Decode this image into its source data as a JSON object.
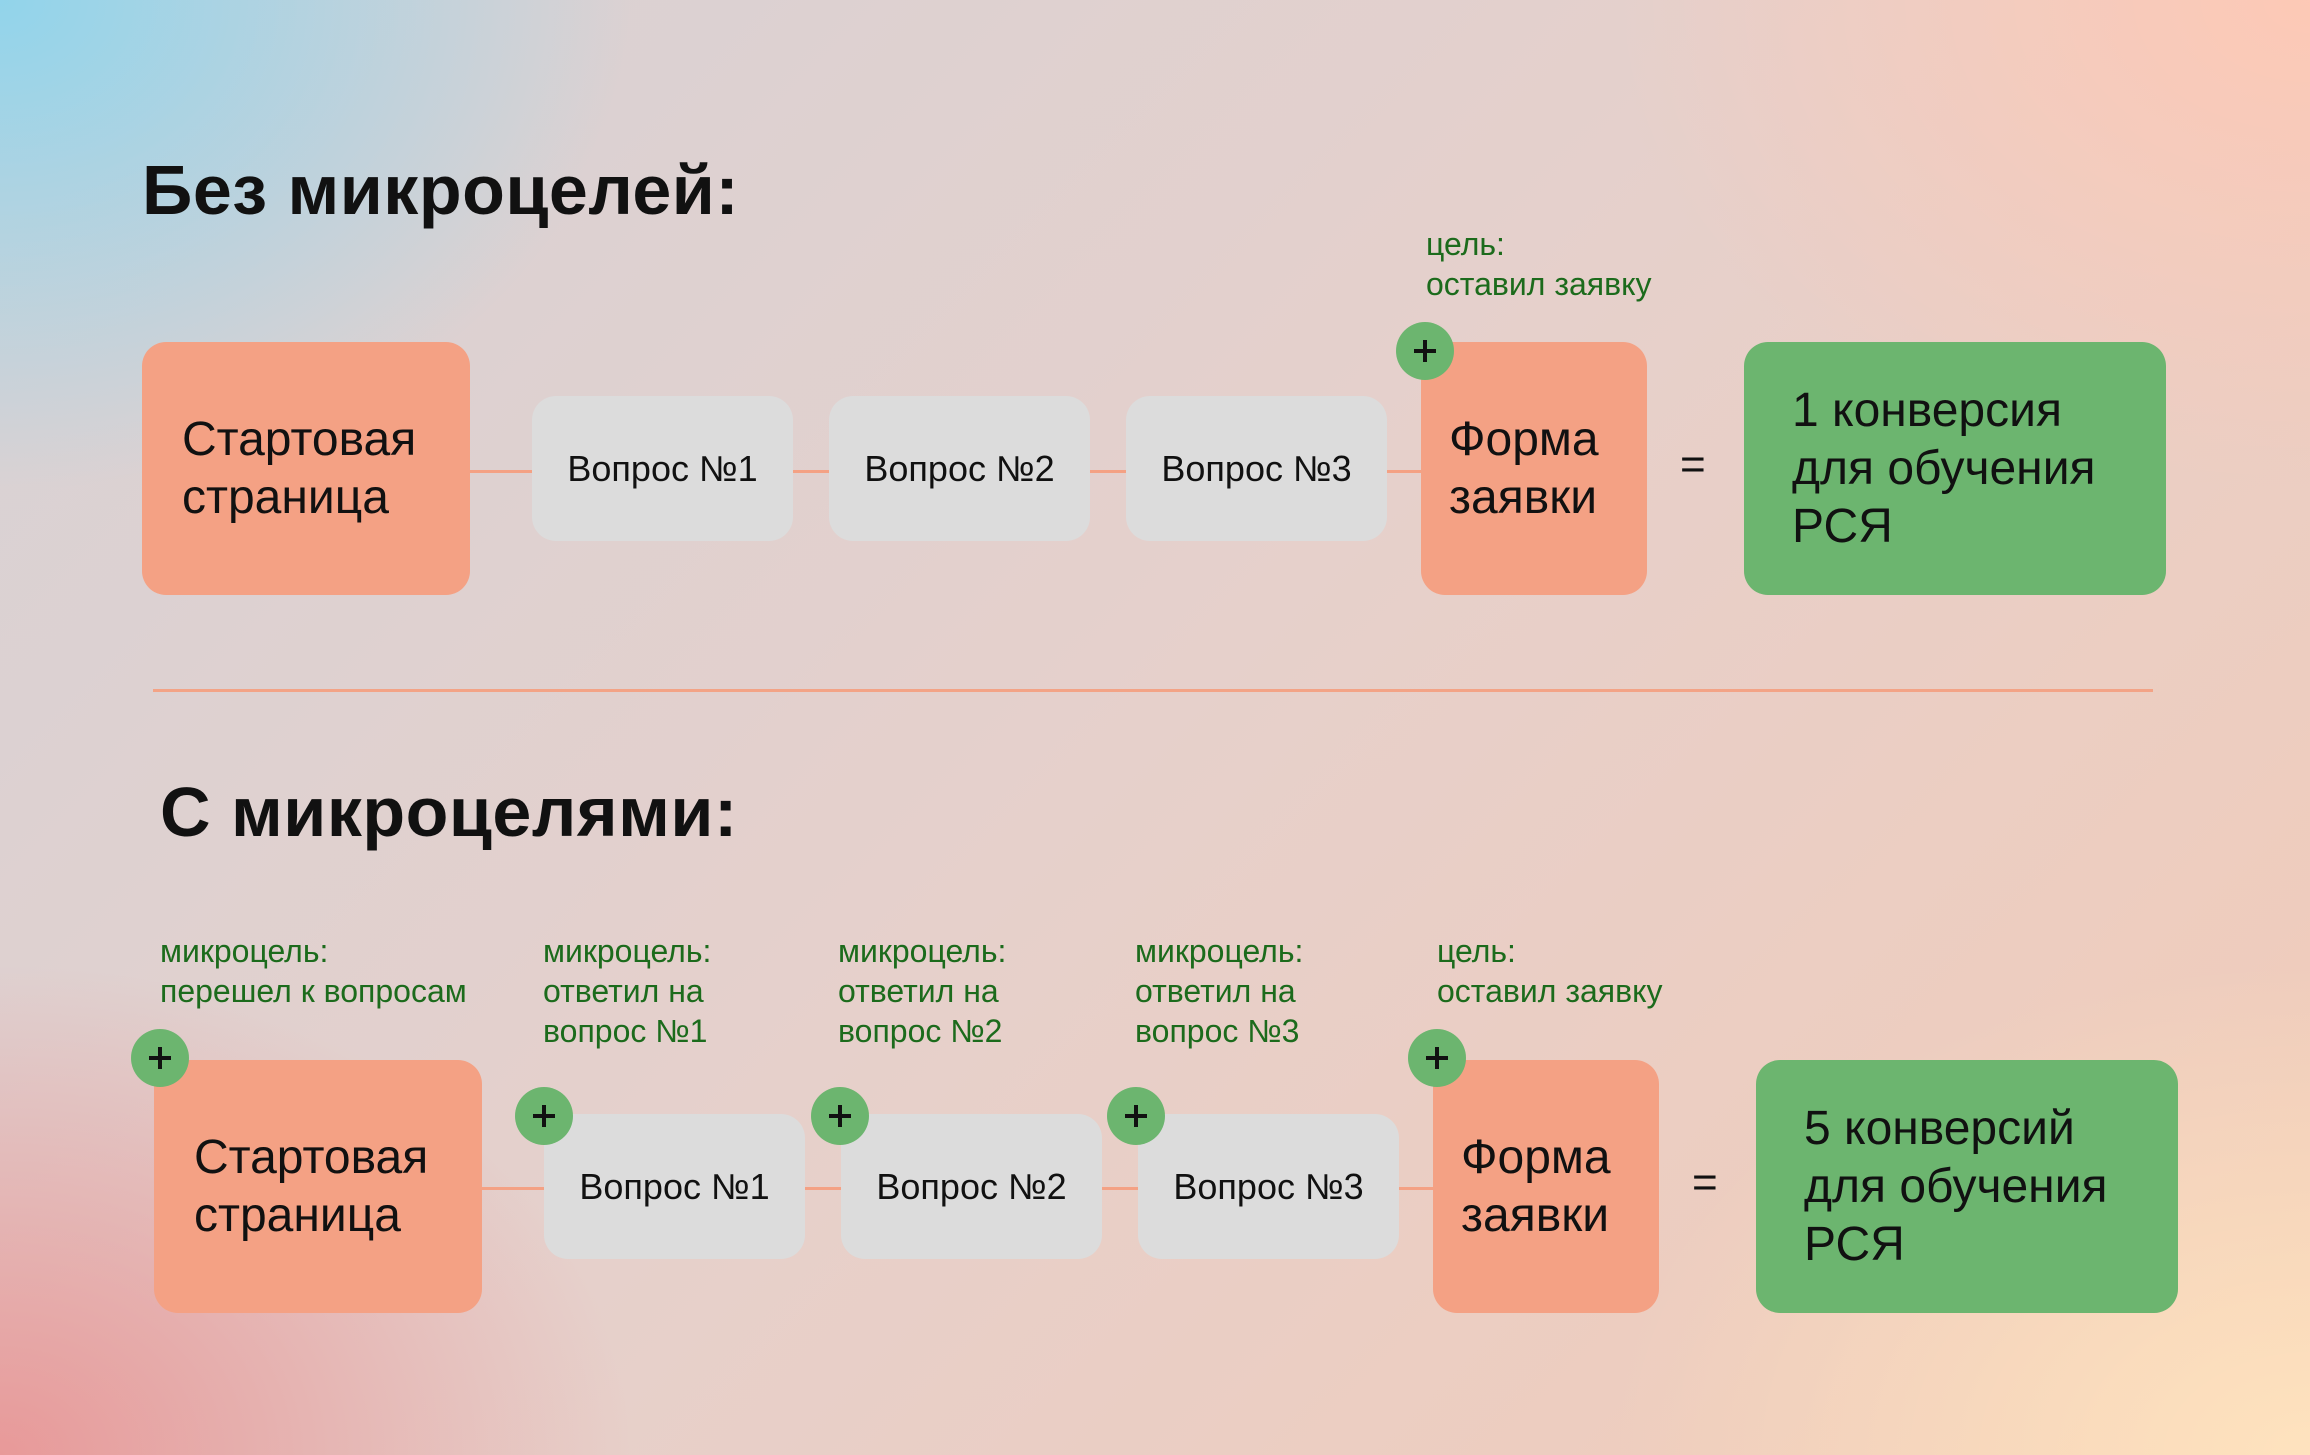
{
  "colors": {
    "orange": "#f4a184",
    "grey": "#dcdcdc",
    "green": "#6cb56f",
    "label_green": "#1c6b1c",
    "connector": "#f4a184"
  },
  "section1": {
    "title": "Без микроцелей:",
    "goal_label": "цель:\nоставил заявку",
    "start": "Стартовая\nстраница",
    "q1": "Вопрос №1",
    "q2": "Вопрос №2",
    "q3": "Вопрос №3",
    "form": "Форма\nзаявки",
    "equals": "=",
    "result": "1 конверсия\nдля обучения\nРСЯ",
    "plus_icons": [
      "plus-icon"
    ]
  },
  "section2": {
    "title": "С микроцелями:",
    "labels": {
      "start": "микроцель:\nперешел к вопросам",
      "q1": "микроцель:\nответил на\nвопрос №1",
      "q2": "микроцель:\nответил на\nвопрос №2",
      "q3": "микроцель:\nответил на\nвопрос №3",
      "form": "цель:\nоставил заявку"
    },
    "start": "Стартовая\nстраница",
    "q1": "Вопрос №1",
    "q2": "Вопрос №2",
    "q3": "Вопрос №3",
    "form": "Форма\nзаявки",
    "equals": "=",
    "result": "5 конверсий\nдля обучения\nРСЯ",
    "plus_icons": [
      "plus-icon",
      "plus-icon",
      "plus-icon",
      "plus-icon",
      "plus-icon"
    ]
  }
}
